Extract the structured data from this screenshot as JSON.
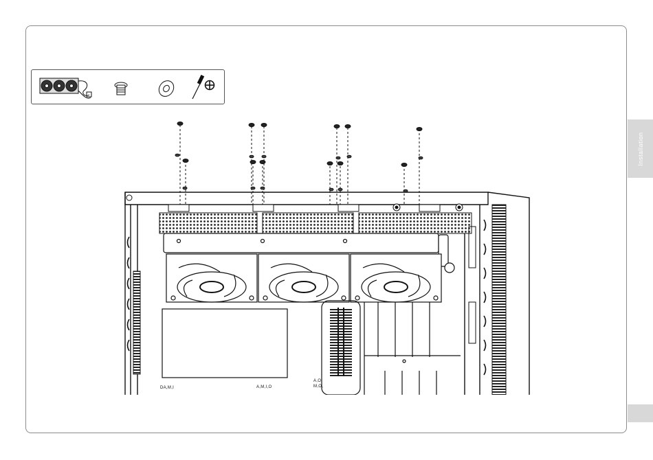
{
  "side_tab": {
    "label": "Installation"
  },
  "figure_labels": {
    "left": "DA,M,I",
    "middle": "A,M,I,O",
    "center": "A,O,",
    "center2": "M,O,"
  },
  "parts": [
    "cooler-kit-icon",
    "screw-icon",
    "washer-icon",
    "screwdriver-icon"
  ]
}
